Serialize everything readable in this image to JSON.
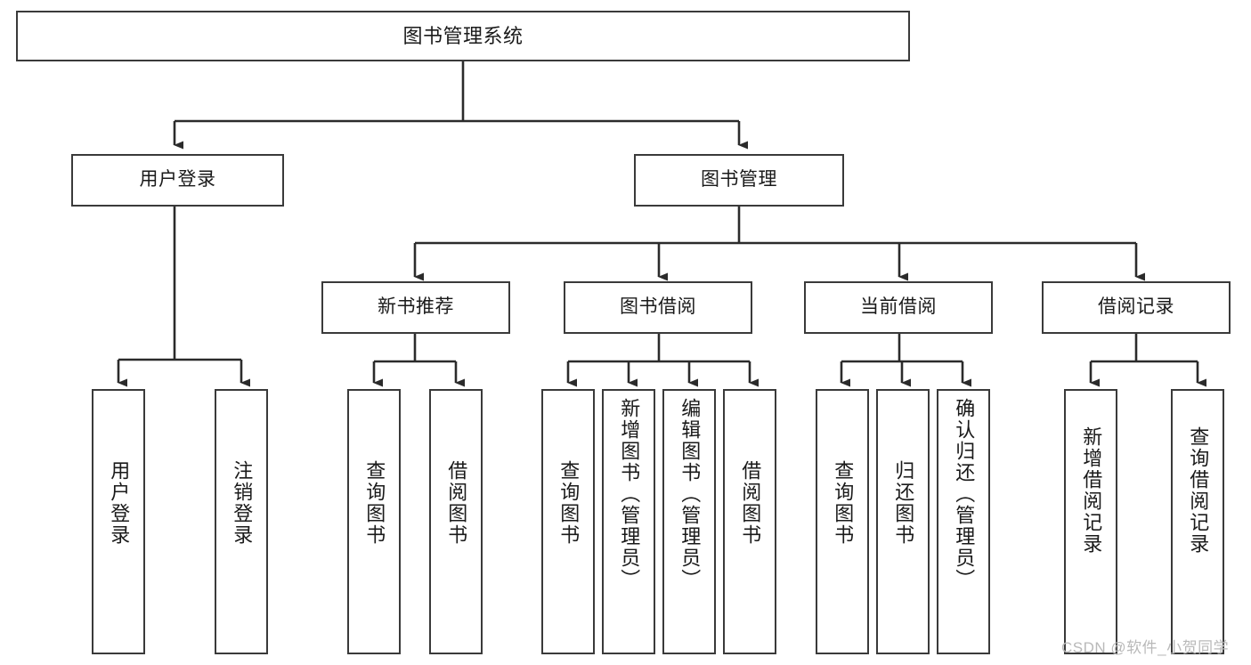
{
  "diagram": {
    "type": "tree",
    "title": "图书管理系统",
    "orientation": "top-down",
    "colors": {
      "box_border": "#3a3a3a",
      "box_fill": "#ffffff",
      "edge": "#2b2b2b",
      "text": "#1a1a1a",
      "watermark": "#b9b9b9"
    },
    "levels": {
      "level0": [
        "图书管理系统"
      ],
      "level1": [
        "用户登录",
        "图书管理"
      ],
      "level2": [
        "新书推荐",
        "图书借阅",
        "当前借阅",
        "借阅记录"
      ],
      "level3": [
        "用户登录",
        "注销登录",
        "查询图书",
        "借阅图书",
        "查询图书",
        "新增图书（管理员）",
        "编辑图书（管理员）",
        "借阅图书",
        "查询图书",
        "归还图书",
        "确认归还（管理员）",
        "新增借阅记录",
        "查询借阅记录"
      ]
    }
  },
  "nodes": {
    "root": {
      "label": "图书管理系统"
    },
    "user_login": {
      "label": "用户登录"
    },
    "book_manage": {
      "label": "图书管理"
    },
    "new_book_rec": {
      "label": "新书推荐"
    },
    "book_borrow": {
      "label": "图书借阅"
    },
    "current_borrow": {
      "label": "当前借阅"
    },
    "borrow_record": {
      "label": "借阅记录"
    },
    "leaf_user_login": {
      "label": "用户登录"
    },
    "leaf_logout": {
      "label": "注销登录"
    },
    "leaf_query_book_1": {
      "label": "查询图书"
    },
    "leaf_borrow_book_1": {
      "label": "借阅图书"
    },
    "leaf_query_book_2": {
      "label": "查询图书"
    },
    "leaf_add_book": {
      "label": "新增图书（管理员）"
    },
    "leaf_edit_book": {
      "label": "编辑图书（管理员）"
    },
    "leaf_borrow_book_2": {
      "label": "借阅图书"
    },
    "leaf_query_book_3": {
      "label": "查询图书"
    },
    "leaf_return_book": {
      "label": "归还图书"
    },
    "leaf_confirm_return": {
      "label": "确认归还（管理员）"
    },
    "leaf_add_record": {
      "label": "新增借阅记录"
    },
    "leaf_query_record": {
      "label": "查询借阅记录"
    }
  },
  "watermark": {
    "text": "CSDN @软件_小贺同学"
  }
}
